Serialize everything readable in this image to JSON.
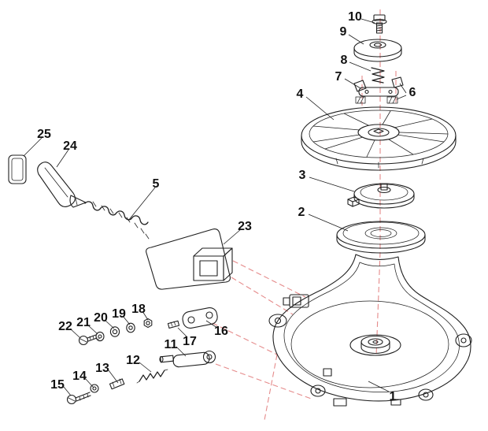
{
  "diagram": {
    "type": "exploded-parts-diagram",
    "labels": [
      {
        "text": "1"
      },
      {
        "text": "2"
      },
      {
        "text": "3"
      },
      {
        "text": "4"
      },
      {
        "text": "5"
      },
      {
        "text": "6"
      },
      {
        "text": "7"
      },
      {
        "text": "8"
      },
      {
        "text": "9"
      },
      {
        "text": "10"
      },
      {
        "text": "11"
      },
      {
        "text": "12"
      },
      {
        "text": "13"
      },
      {
        "text": "14"
      },
      {
        "text": "15"
      },
      {
        "text": "16"
      },
      {
        "text": "17"
      },
      {
        "text": "18"
      },
      {
        "text": "19"
      },
      {
        "text": "20"
      },
      {
        "text": "21"
      },
      {
        "text": "22"
      },
      {
        "text": "23"
      },
      {
        "text": "24"
      },
      {
        "text": "25"
      }
    ]
  },
  "colors": {
    "line": "#1f1f1f",
    "centerline": "#e58a8a",
    "background": "#ffffff",
    "label": "#111111"
  }
}
